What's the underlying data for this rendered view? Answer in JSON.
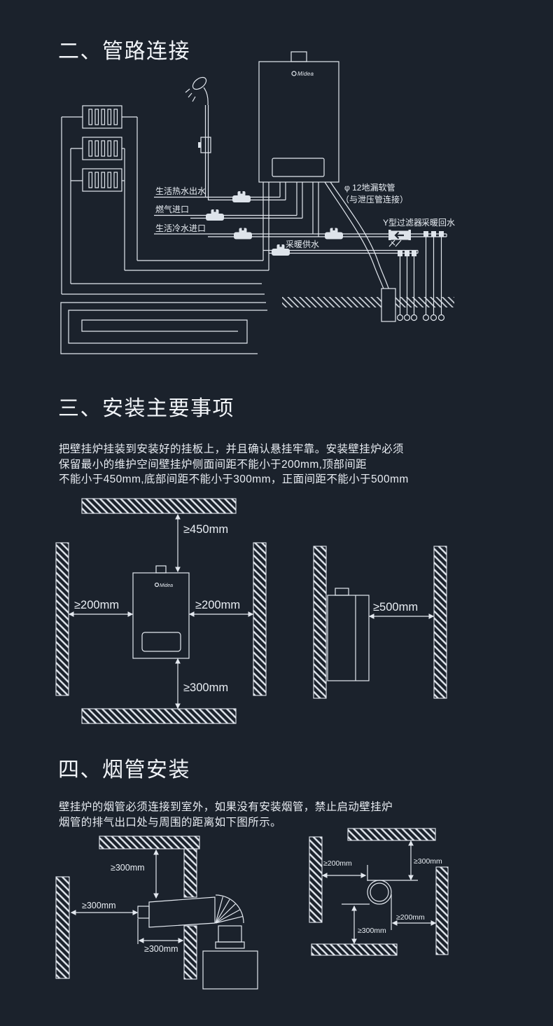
{
  "palette": {
    "background": "#1b222c",
    "line": "#e3e8ef",
    "text": "#eef2f7"
  },
  "section_pipe": {
    "title": "二、管路连接",
    "labels": {
      "dhw_out": "生活热水出水",
      "gas_in": "燃气进口",
      "cold_in": "生活冷水进口",
      "heat_supply": "采暖供水",
      "drain_hose_line1": "φ 12地漏软管",
      "drain_hose_line2": "（与泄压管连接）",
      "y_filter": "Y型过滤器",
      "heat_return": "采暖回水",
      "brand": "Midea"
    }
  },
  "section_install": {
    "title": "三、安装主要事项",
    "body_lines": [
      "把壁挂炉挂装到安装好的挂板上，并且确认悬挂牢靠。安装壁挂炉必须",
      "保留最小的维护空间壁挂炉侧面间距不能小于200mm,顶部间距",
      "不能小于450mm,底部间距不能小于300mm，正面间距不能小于500mm"
    ],
    "front_view": {
      "top": "≥450mm",
      "left": "≥200mm",
      "right": "≥200mm",
      "bottom": "≥300mm"
    },
    "side_view": {
      "front": "≥500mm"
    },
    "brand": "Midea"
  },
  "section_flue": {
    "title": "四、烟管安装",
    "body_lines": [
      "壁挂炉的烟管必须连接到室外，如果没有安装烟管，禁止启动壁挂炉",
      "烟管的排气出口处与周围的距离如下图所示。"
    ],
    "side_view": {
      "top": "≥300mm",
      "left": "≥300mm",
      "bottom": "≥300mm"
    },
    "front_view": {
      "left": "≥200mm",
      "top": "≥300mm",
      "bottom": "≥300mm",
      "right": "≥200mm"
    }
  }
}
